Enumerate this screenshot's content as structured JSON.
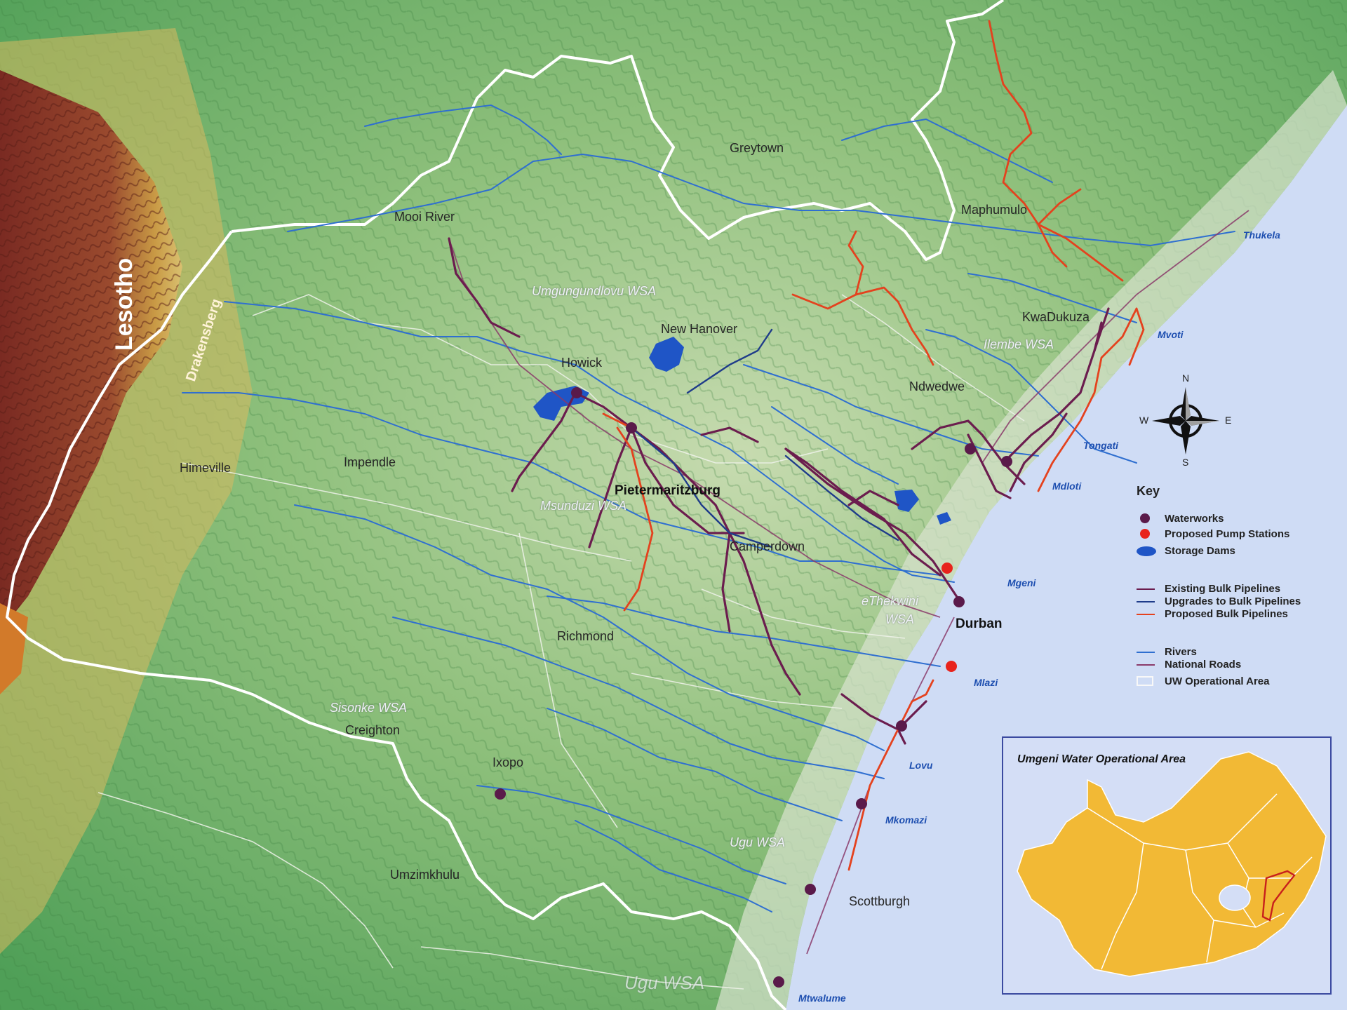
{
  "places": {
    "lesotho": "Lesotho",
    "drakensberg": "Drakensberg",
    "mooi_river": "Mooi River",
    "greytown": "Greytown",
    "maphumulo": "Maphumulo",
    "new_hanover": "New Hanover",
    "howick": "Howick",
    "kwadukuza": "KwaDukuza",
    "ndwedwe": "Ndwedwe",
    "himeville": "Himeville",
    "impendle": "Impendle",
    "pietermaritzburg": "Pietermaritzburg",
    "camperdown": "Camperdown",
    "richmond": "Richmond",
    "durban": "Durban",
    "creighton": "Creighton",
    "ixopo": "Ixopo",
    "umzimkhulu": "Umzimkhulu",
    "scottburgh": "Scottburgh"
  },
  "wsa": {
    "umgungundlovu": "Umgungundlovu WSA",
    "ilembe": "Ilembe WSA",
    "msunduzi": "Msunduzi WSA",
    "ethekwini_1": "eThekwini",
    "ethekwini_2": "WSA",
    "sisonke": "Sisonke WSA",
    "ugu_1": "Ugu WSA",
    "ugu_2": "Ugu WSA"
  },
  "rivers": {
    "thukela": "Thukela",
    "mvoti": "Mvoti",
    "tongati": "Tongati",
    "mdloti": "Mdloti",
    "mgeni": "Mgeni",
    "mlazi": "Mlazi",
    "lovu": "Lovu",
    "mkomazi": "Mkomazi",
    "mtwalume": "Mtwalume"
  },
  "compass": {
    "n": "N",
    "s": "S",
    "e": "E",
    "w": "W"
  },
  "legend": {
    "title": "Key",
    "items": [
      {
        "label": "Waterworks",
        "symbol": "dot",
        "color": "#5a1a4a"
      },
      {
        "label": "Proposed Pump Stations",
        "symbol": "dot",
        "color": "#e8231c"
      },
      {
        "label": "Storage Dams",
        "symbol": "ellipse",
        "color": "#1f55c6"
      },
      {
        "label": "Existing Bulk Pipelines",
        "symbol": "line",
        "color": "#6b1d4e"
      },
      {
        "label": "Upgrades to Bulk Pipelines",
        "symbol": "line",
        "color": "#1f3c8a"
      },
      {
        "label": "Proposed Bulk Pipelines",
        "symbol": "line",
        "color": "#e4421e"
      },
      {
        "label": "Rivers",
        "symbol": "line",
        "color": "#2f6fd0"
      },
      {
        "label": "National Roads",
        "symbol": "line",
        "color": "#8a3a6a"
      },
      {
        "label": "UW Operational Area",
        "symbol": "box",
        "color": "#ffffff"
      }
    ]
  },
  "inset": {
    "title": "Umgeni Water Operational Area"
  },
  "colors": {
    "sea": "#cfdcf5",
    "boundary": "#ffffff",
    "pipeline_existing": "#6b1d4e",
    "pipeline_proposed": "#e4421e",
    "river": "#2f6fd0",
    "dam": "#1f55c6",
    "inset_land": "#f2b935"
  }
}
